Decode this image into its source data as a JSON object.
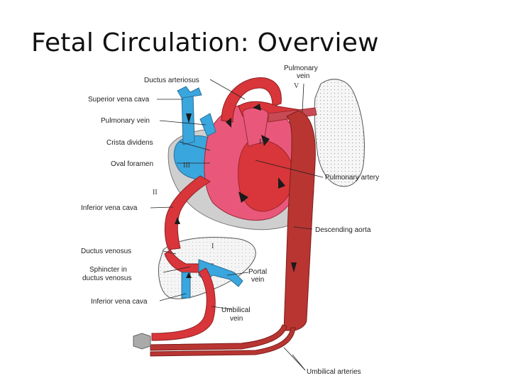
{
  "title": "Fetal Circulation: Overview",
  "labels": {
    "pulmonary_vein_top_1": "Pulmonary",
    "pulmonary_vein_top_2": "vein",
    "ductus_arteriosus": "Ductus arteriosus",
    "superior_vena_cava": "Superior vena cava",
    "pulmonary_vein_left": "Pulmonary vein",
    "crista_dividens": "Crista dividens",
    "oval_foramen": "Oval foramen",
    "pulmonary_artery": "Pulmonary artery",
    "inferior_vena_cava_upper": "Inferior vena cava",
    "descending_aorta": "Descending aorta",
    "ductus_venosus": "Ductus venosus",
    "sphincter_1": "Sphincter in",
    "sphincter_2": "ductus venosus",
    "portal_vein_1": "Portal",
    "portal_vein_2": "vein",
    "inferior_vena_cava_lower": "Inferior vena cava",
    "umbilical_vein_1": "Umbilical",
    "umbilical_vein_2": "vein",
    "umbilical_arteries": "Umbilical arteries"
  },
  "roman_numerals": {
    "I": "I",
    "II": "II",
    "III": "III",
    "IV": "IV",
    "V": "V"
  },
  "colors": {
    "oxygenated_red": "#d8363a",
    "deoxygenated_blue": "#3aa6de",
    "mixed_pink": "#e9587a",
    "aorta_dark_red": "#b83532",
    "pericardium_gray": "#c9c9c9",
    "organ_fill": "#f4f4f4"
  }
}
